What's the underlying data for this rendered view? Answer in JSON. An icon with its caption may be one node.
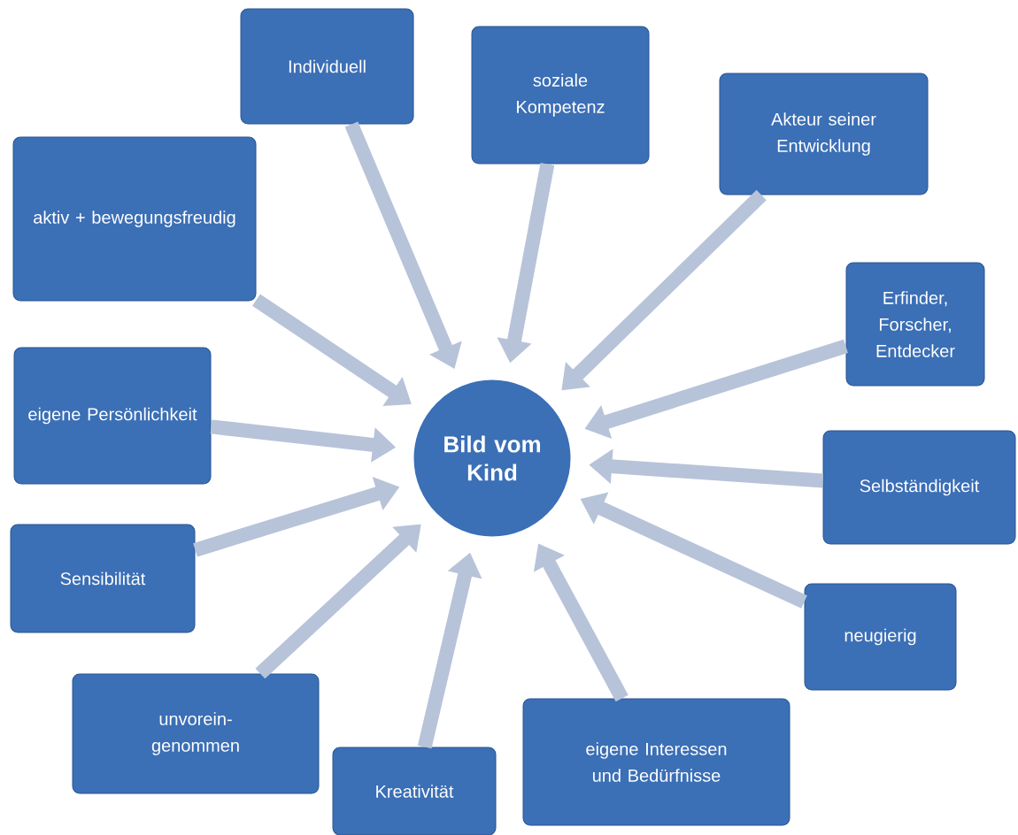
{
  "diagram": {
    "nodes": [
      {
        "text": [
          "Bild vom Kind"
        ]
      },
      {
        "text": [
          "Individuell"
        ]
      },
      {
        "text": [
          "soziale Kompetenz"
        ]
      },
      {
        "text": [
          "Akteur seiner Entwicklung"
        ]
      },
      {
        "text": [
          "Erfinder, Forscher, Entdecker"
        ]
      },
      {
        "text": [
          "Selbständigkeit"
        ]
      },
      {
        "text": [
          "neugierig"
        ]
      },
      {
        "text": [
          "eigene Interessen und Bedürfnisse"
        ]
      },
      {
        "text": [
          "Kreativität"
        ]
      },
      {
        "text": [
          "unvorein- genommen"
        ]
      },
      {
        "text": [
          "Sensibilität"
        ]
      },
      {
        "text": [
          "eigene Persönlichkeit"
        ]
      },
      {
        "text": [
          "aktiv + bewegungsfreudig"
        ]
      }
    ],
    "edges": [
      {
        "from": 1,
        "to": 0,
        "arrow": "to"
      },
      {
        "from": 2,
        "to": 0,
        "arrow": "to"
      },
      {
        "from": 3,
        "to": 0,
        "arrow": "to"
      },
      {
        "from": 4,
        "to": 0,
        "arrow": "to"
      },
      {
        "from": 5,
        "to": 0,
        "arrow": "to"
      },
      {
        "from": 6,
        "to": 0,
        "arrow": "to"
      },
      {
        "from": 7,
        "to": 0,
        "arrow": "to"
      },
      {
        "from": 8,
        "to": 0,
        "arrow": "to"
      },
      {
        "from": 9,
        "to": 0,
        "arrow": "to"
      },
      {
        "from": 10,
        "to": 0,
        "arrow": "to"
      },
      {
        "from": 11,
        "to": 0,
        "arrow": "to"
      },
      {
        "from": 12,
        "to": 0,
        "arrow": "to"
      }
    ]
  }
}
